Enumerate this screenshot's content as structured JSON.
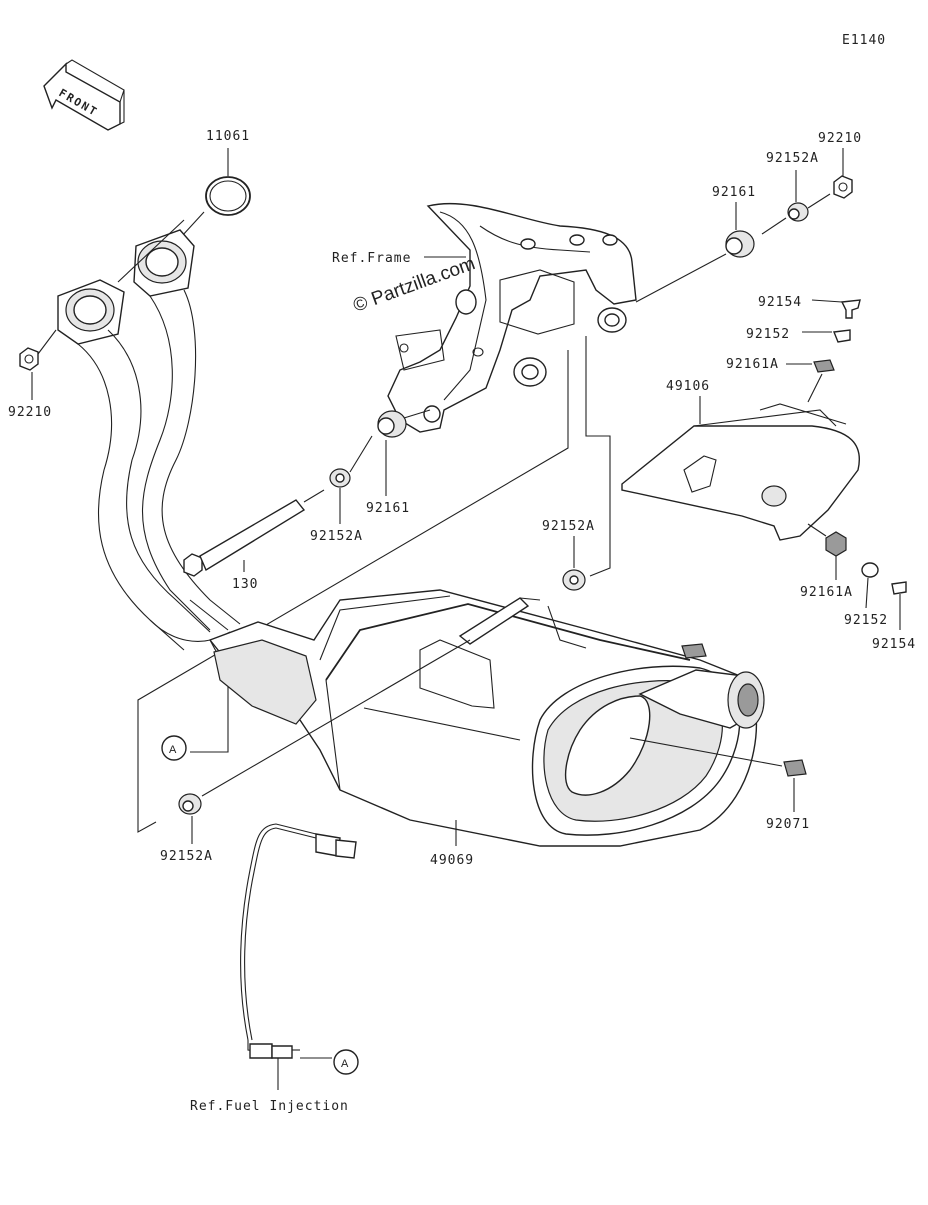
{
  "diagram_code": "E1140",
  "front_label": "FRONT",
  "watermark": "© Partzilla.com",
  "references": {
    "frame": "Ref.Frame",
    "fuel_injection": "Ref.Fuel Injection"
  },
  "callout_letter": "A",
  "parts": {
    "gasket": "11061",
    "nut_left": "92210",
    "nut_right": "92210",
    "collar_upper": "92152A",
    "damper_upper": "92161",
    "bolt_top": "92154",
    "collar_top": "92152",
    "damper_a_top": "92161A",
    "cover": "49106",
    "damper_mid": "92161",
    "collar_mid": "92152A",
    "bolt_long": "130",
    "collar_right": "92152A",
    "damper_a_bottom": "92161A",
    "collar_bottom": "92152",
    "bolt_bottom": "92154",
    "muffler": "49069",
    "collar_lower": "92152A",
    "cap": "92071"
  }
}
